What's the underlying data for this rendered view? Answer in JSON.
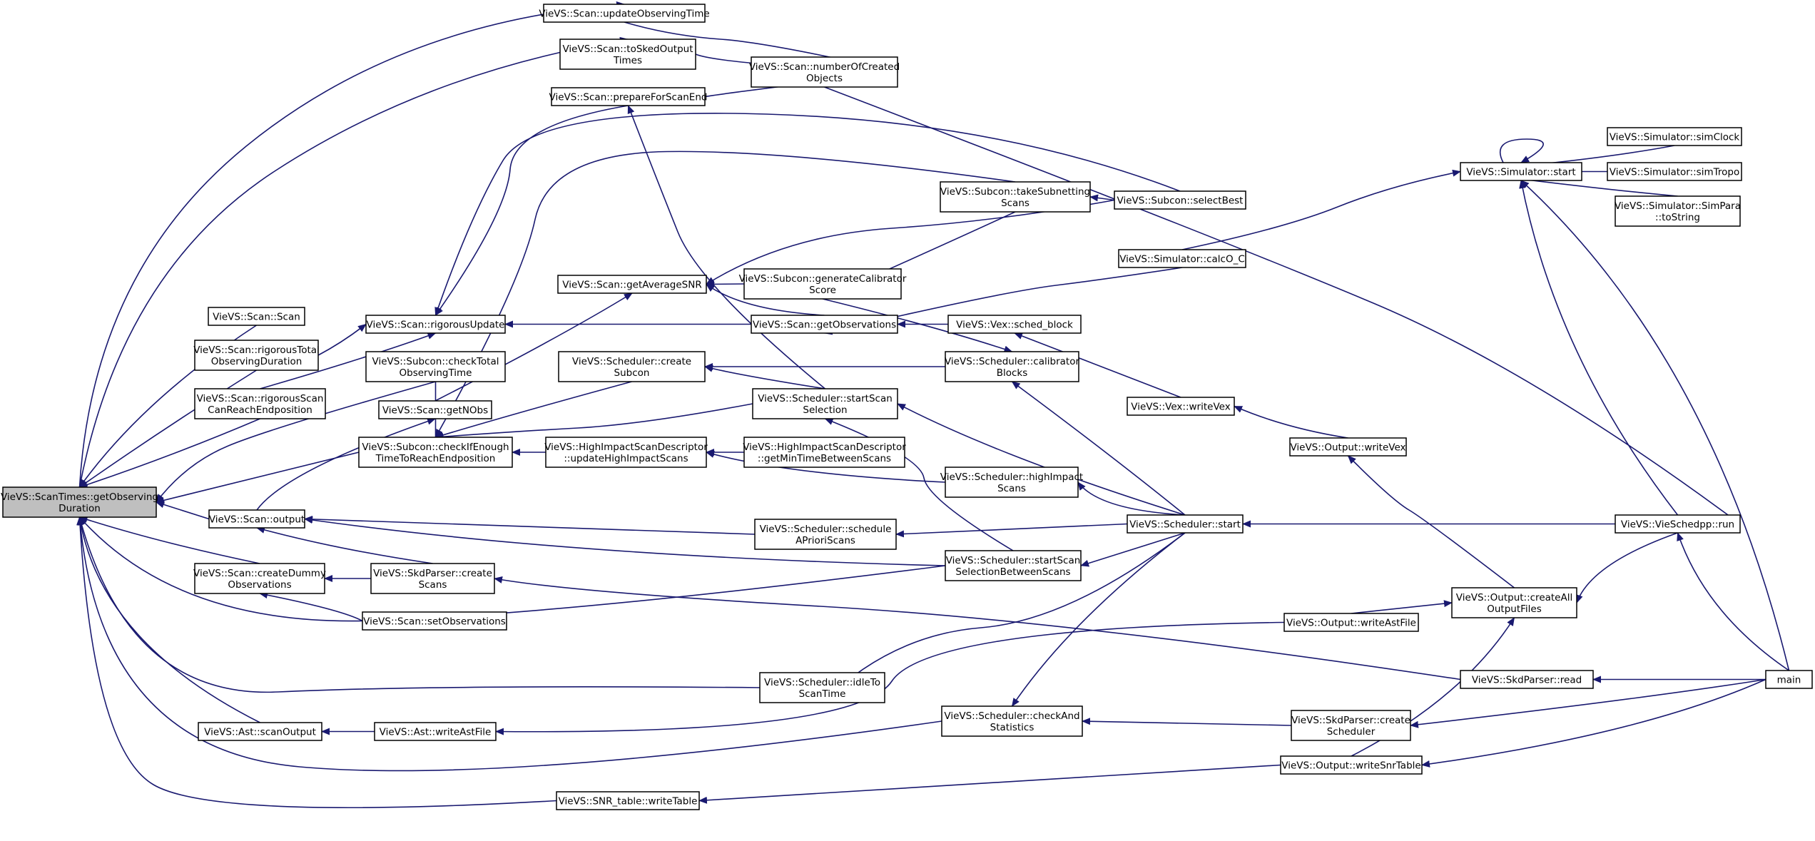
{
  "graph": {
    "edge_color": "#191970",
    "current_fill": "#bfbfbf",
    "current_node": "n_cur",
    "nodes": {
      "n_cur": {
        "lines": [
          "VieVS::ScanTimes::getObserving",
          "Duration"
        ]
      },
      "n_updObs": {
        "lines": [
          "VieVS::Scan::updateObservingTime"
        ]
      },
      "n_toSked": {
        "lines": [
          "VieVS::Scan::toSkedOutput",
          "Times"
        ]
      },
      "n_numCreated": {
        "lines": [
          "VieVS::Scan::numberOfCreated",
          "Objects"
        ]
      },
      "n_prepEnd": {
        "lines": [
          "VieVS::Scan::prepareForScanEnd"
        ]
      },
      "n_simStart": {
        "lines": [
          "VieVS::Simulator::start"
        ]
      },
      "n_simClock": {
        "lines": [
          "VieVS::Simulator::simClock"
        ]
      },
      "n_simTropo": {
        "lines": [
          "VieVS::Simulator::simTropo"
        ]
      },
      "n_simPara": {
        "lines": [
          "VieVS::Simulator::SimPara",
          "::toString"
        ]
      },
      "n_takeSub": {
        "lines": [
          "VieVS::Subcon::takeSubnetting",
          "Scans"
        ]
      },
      "n_selBest": {
        "lines": [
          "VieVS::Subcon::selectBest"
        ]
      },
      "n_calcOC": {
        "lines": [
          "VieVS::Simulator::calcO_C"
        ]
      },
      "n_avgSNR": {
        "lines": [
          "VieVS::Scan::getAverageSNR"
        ]
      },
      "n_genCal": {
        "lines": [
          "VieVS::Subcon::generateCalibrator",
          "Score"
        ]
      },
      "n_scanScan": {
        "lines": [
          "VieVS::Scan::Scan"
        ]
      },
      "n_rigUpd": {
        "lines": [
          "VieVS::Scan::rigorousUpdate"
        ]
      },
      "n_getObs": {
        "lines": [
          "VieVS::Scan::getObservations"
        ]
      },
      "n_schedBlock": {
        "lines": [
          "VieVS::Vex::sched_block"
        ]
      },
      "n_rigTotal": {
        "lines": [
          "VieVS::Scan::rigorousTotal",
          "ObservingDuration"
        ]
      },
      "n_chkTotal": {
        "lines": [
          "VieVS::Subcon::checkTotal",
          "ObservingTime"
        ]
      },
      "n_createSub": {
        "lines": [
          "VieVS::Scheduler::create",
          "Subcon"
        ]
      },
      "n_calBlocks": {
        "lines": [
          "VieVS::Scheduler::calibrator",
          "Blocks"
        ]
      },
      "n_rigReach": {
        "lines": [
          "VieVS::Scan::rigorousScan",
          "CanReachEndposition"
        ]
      },
      "n_getNObs": {
        "lines": [
          "VieVS::Scan::getNObs"
        ]
      },
      "n_startSel": {
        "lines": [
          "VieVS::Scheduler::startScan",
          "Selection"
        ]
      },
      "n_vexWrite": {
        "lines": [
          "VieVS::Vex::writeVex"
        ]
      },
      "n_chkEnough": {
        "lines": [
          "VieVS::Subcon::checkIfEnough",
          "TimeToReachEndposition"
        ]
      },
      "n_hiUpd": {
        "lines": [
          "VieVS::HighImpactScanDescriptor",
          "::updateHighImpactScans"
        ]
      },
      "n_hiMin": {
        "lines": [
          "VieVS::HighImpactScanDescriptor",
          "::getMinTimeBetweenScans"
        ]
      },
      "n_outVex": {
        "lines": [
          "VieVS::Output::writeVex"
        ]
      },
      "n_hiScans": {
        "lines": [
          "VieVS::Scheduler::highImpact",
          "Scans"
        ]
      },
      "n_output": {
        "lines": [
          "VieVS::Scan::output"
        ]
      },
      "n_schApri": {
        "lines": [
          "VieVS::Scheduler::schedule",
          "APrioriScans"
        ]
      },
      "n_schStart": {
        "lines": [
          "VieVS::Scheduler::start"
        ]
      },
      "n_run": {
        "lines": [
          "VieVS::VieSchedpp::run"
        ]
      },
      "n_createDummy": {
        "lines": [
          "VieVS::Scan::createDummy",
          "Observations"
        ]
      },
      "n_skdCreateScans": {
        "lines": [
          "VieVS::SkdParser::create",
          "Scans"
        ]
      },
      "n_startBetween": {
        "lines": [
          "VieVS::Scheduler::startScan",
          "SelectionBetweenScans"
        ]
      },
      "n_createAll": {
        "lines": [
          "VieVS::Output::createAll",
          "OutputFiles"
        ]
      },
      "n_setObs": {
        "lines": [
          "VieVS::Scan::setObservations"
        ]
      },
      "n_outAst": {
        "lines": [
          "VieVS::Output::writeAstFile"
        ]
      },
      "n_idle": {
        "lines": [
          "VieVS::Scheduler::idleTo",
          "ScanTime"
        ]
      },
      "n_skdRead": {
        "lines": [
          "VieVS::SkdParser::read"
        ]
      },
      "n_main": {
        "lines": [
          "main"
        ]
      },
      "n_astScan": {
        "lines": [
          "VieVS::Ast::scanOutput"
        ]
      },
      "n_astWrite": {
        "lines": [
          "VieVS::Ast::writeAstFile"
        ]
      },
      "n_chkStats": {
        "lines": [
          "VieVS::Scheduler::checkAnd",
          "Statistics"
        ]
      },
      "n_skdCreateSched": {
        "lines": [
          "VieVS::SkdParser::create",
          "Scheduler"
        ]
      },
      "n_snrOut": {
        "lines": [
          "VieVS::Output::writeSnrTable"
        ]
      },
      "n_snrWrite": {
        "lines": [
          "VieVS::SNR_table::writeTable"
        ]
      }
    }
  }
}
